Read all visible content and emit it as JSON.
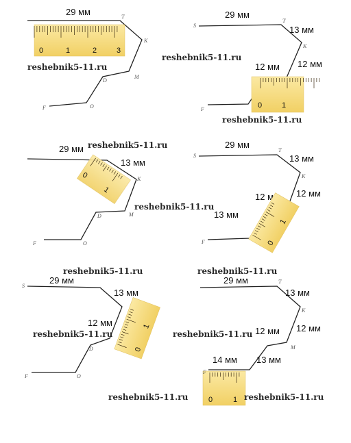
{
  "watermark": "reshebnik5-11.ru",
  "points": {
    "S": "S",
    "T": "T",
    "K": "K",
    "M": "M",
    "D": "D",
    "O": "O",
    "F": "F"
  },
  "measurements": {
    "st": "29 мм",
    "tk": "13 мм",
    "km": "12 мм",
    "md": "12 мм",
    "do": "13 мм",
    "of": "14 мм"
  },
  "ruler_numbers": {
    "n0": "0",
    "n1": "1",
    "n2": "2",
    "n3": "3"
  },
  "colors": {
    "ruler": "#f5dc7a",
    "line": "#222222"
  }
}
